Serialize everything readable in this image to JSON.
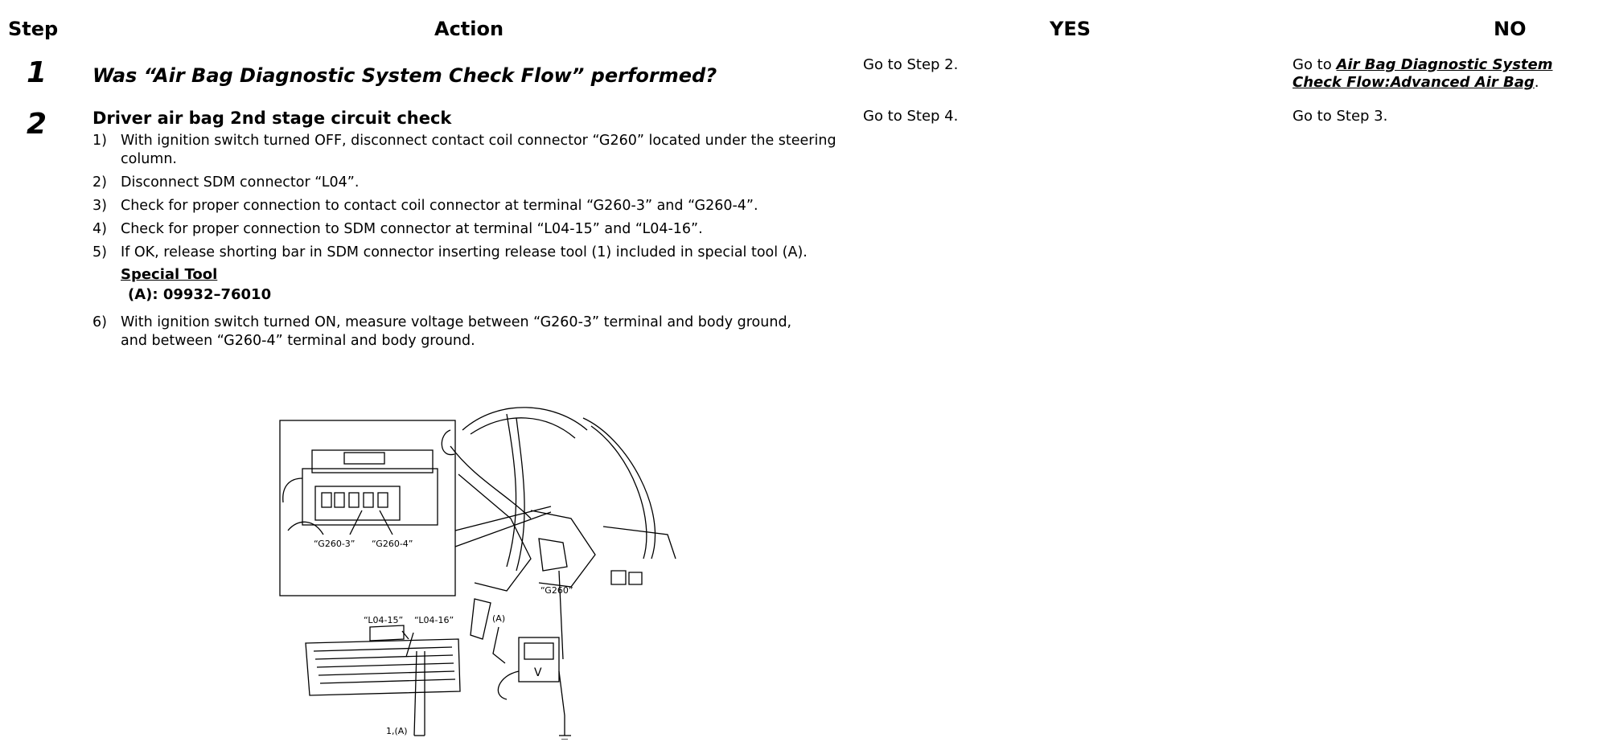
{
  "headers": {
    "step": "Step",
    "action": "Action",
    "yes": "YES",
    "no": "NO"
  },
  "step1": {
    "number": "1",
    "question": "Was “Air Bag Diagnostic System Check Flow” performed?",
    "yes": "Go to Step 2.",
    "no_prefix": "Go to ",
    "no_link": "Air Bag Diagnostic System Check Flow:Advanced Air Bag",
    "no_suffix": "."
  },
  "step2": {
    "number": "2",
    "title": "Driver air bag 2nd stage circuit check",
    "items": [
      {
        "n": "1)",
        "text": "With ignition switch turned OFF, disconnect contact coil connector “G260” located under the steering column."
      },
      {
        "n": "2)",
        "text": "Disconnect SDM connector “L04”."
      },
      {
        "n": "3)",
        "text": "Check for proper connection to contact coil connector at terminal “G260-3” and “G260-4”."
      },
      {
        "n": "4)",
        "text": "Check for proper connection to SDM connector at terminal “L04-15” and “L04-16”."
      },
      {
        "n": "5)",
        "text": "If OK, release shorting bar in SDM connector inserting release tool (1) included in special tool (A)."
      },
      {
        "n": "6)",
        "text": "With ignition switch turned ON, measure voltage between “G260-3” terminal and body ground, and between “G260-4” terminal and body ground."
      }
    ],
    "special_tool_label": "Special Tool",
    "special_tool_value": "(A): 09932–76010",
    "yes": "Go to Step 4.",
    "no": "Go to Step 3."
  },
  "figure": {
    "g260_3": "“G260-3”",
    "g260_4": "“G260-4”",
    "g260": "“G260”",
    "l04_15": "“L04-15”",
    "l04_16": "“L04-16”",
    "tool_a": "(A)",
    "tool_1a": "1,(A)",
    "meter_v": "V"
  }
}
